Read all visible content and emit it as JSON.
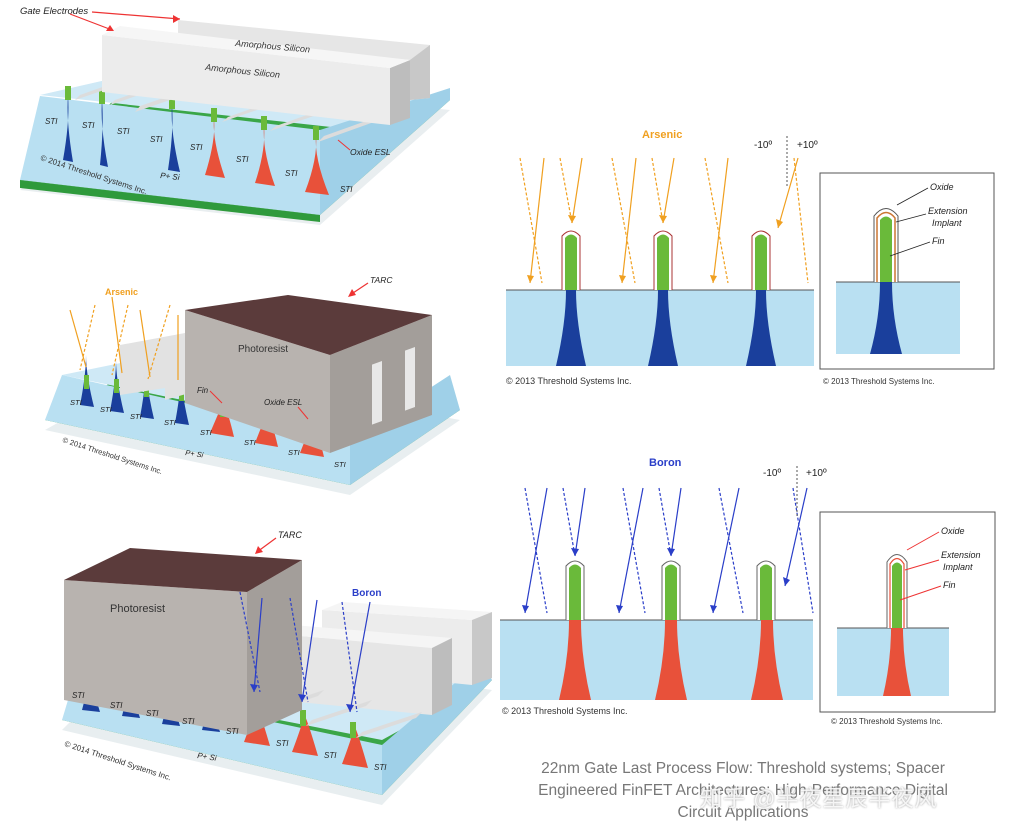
{
  "colors": {
    "silicon": "#b9e0f2",
    "implant_as": "#1a3f9c",
    "implant_b": "#e8513a",
    "fin": "#6aba3a",
    "arrow_as": "#f0a020",
    "arrow_b": "#2a3ec8",
    "photoresist": "#b8b3af",
    "tarc": "#5b3b3b",
    "psi": "#3aa648"
  },
  "p1": {
    "gate": "Gate Electrodes",
    "asi1": "Amorphous Silicon",
    "asi2": "Amorphous Silicon",
    "sti": "STI",
    "oxide_esl": "Oxide ESL",
    "psi": "P+ Si",
    "copy": "© 2014 Threshold Systems Inc."
  },
  "p2": {
    "arsenic": "Arsenic",
    "tarc": "TARC",
    "photoresist": "Photoresist",
    "fin": "Fin",
    "oxide_esl": "Oxide ESL",
    "sti": "STI",
    "psi": "P+ Si",
    "copy": "© 2014 Threshold Systems Inc."
  },
  "p3": {
    "tarc": "TARC",
    "photoresist": "Photoresist",
    "boron": "Boron",
    "sti": "STI",
    "psi": "P+ Si",
    "copy": "© 2014 Threshold Systems Inc."
  },
  "p4": {
    "arsenic": "Arsenic",
    "ang_neg": "-10º",
    "ang_pos": "+10º",
    "copy": "© 2013 Threshold Systems Inc.",
    "oxide": "Oxide",
    "ext1": "Extension",
    "ext2": "Implant",
    "fin": "Fin",
    "copy2": "© 2013 Threshold Systems Inc."
  },
  "p5": {
    "boron": "Boron",
    "ang_neg": "-10º",
    "ang_pos": "+10º",
    "copy": "© 2013 Threshold Systems Inc.",
    "oxide": "Oxide",
    "ext1": "Extension",
    "ext2": "Implant",
    "fin": "Fin",
    "copy2": "© 2013 Threshold Systems Inc."
  },
  "caption": {
    "line1": "22nm Gate Last Process Flow: Threshold systems; Spacer",
    "line2": "Engineered FinFET Architectures: High-Performance Digital",
    "line3": "Circuit Applications"
  },
  "watermark": "知乎 @半夜星辰半夜风"
}
